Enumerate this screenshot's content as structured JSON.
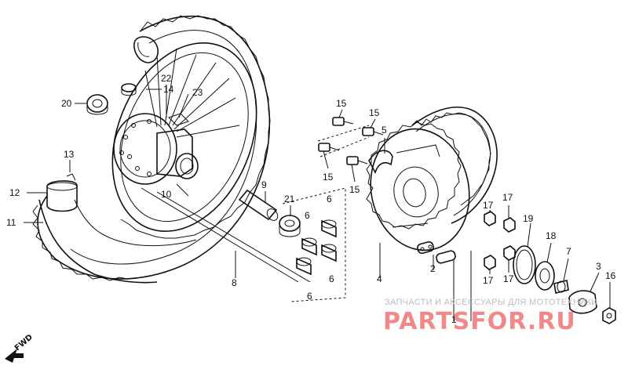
{
  "labels": {
    "p1": "1",
    "p2": "2",
    "p3": "3",
    "p4": "4",
    "p5": "5",
    "p6a": "6",
    "p6b": "6",
    "p6c": "6",
    "p6d": "6",
    "p7": "7",
    "p8": "8",
    "p9": "9",
    "p10": "10",
    "p11": "11",
    "p12": "12",
    "p13": "13",
    "p14": "14",
    "p15a": "15",
    "p15b": "15",
    "p15c": "15",
    "p15d": "15",
    "p16": "16",
    "p17a": "17",
    "p17b": "17",
    "p17c": "17",
    "p17d": "17",
    "p18": "18",
    "p19": "19",
    "p20": "20",
    "p21": "21",
    "p22": "22",
    "p23": "23"
  },
  "fwd_label": "FWD",
  "watermark": {
    "line1": "ЗАПЧАСТИ И АКСЕССУАРЫ ДЛЯ МОТОТЕХНИКИ",
    "brand": "PARTSFOR.RU"
  },
  "colors": {
    "ink": "#111111",
    "watermark_brand": "#f08a8a",
    "watermark_text": "#bdbdbd"
  }
}
